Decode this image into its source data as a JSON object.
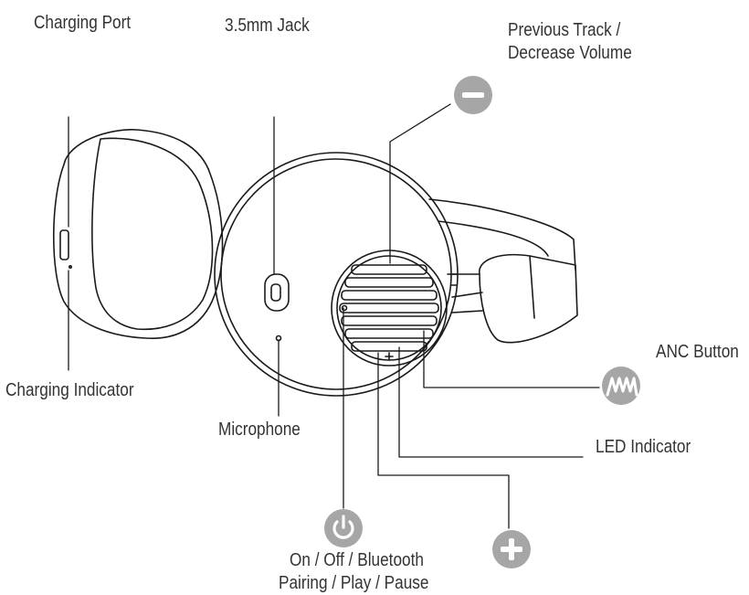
{
  "labels": {
    "charging_port": "Charging Port",
    "jack": "3.5mm Jack",
    "prev_track_line1": "Previous Track /",
    "prev_track_line2": "Decrease Volume",
    "anc_button": "ANC Button",
    "charging_indicator": "Charging Indicator",
    "microphone": "Microphone",
    "led_indicator": "LED Indicator",
    "power_line1": "On / Off / Bluetooth",
    "power_line2": "Pairing / Play / Pause"
  },
  "colors": {
    "outline": "#1a1a1a",
    "icon_fill": "#a6a6a6",
    "icon_glyph": "#ffffff",
    "text": "#333333"
  },
  "icons": {
    "minus": "minus-icon",
    "anc": "anc-wave-icon",
    "power": "power-icon",
    "plus": "plus-icon"
  }
}
